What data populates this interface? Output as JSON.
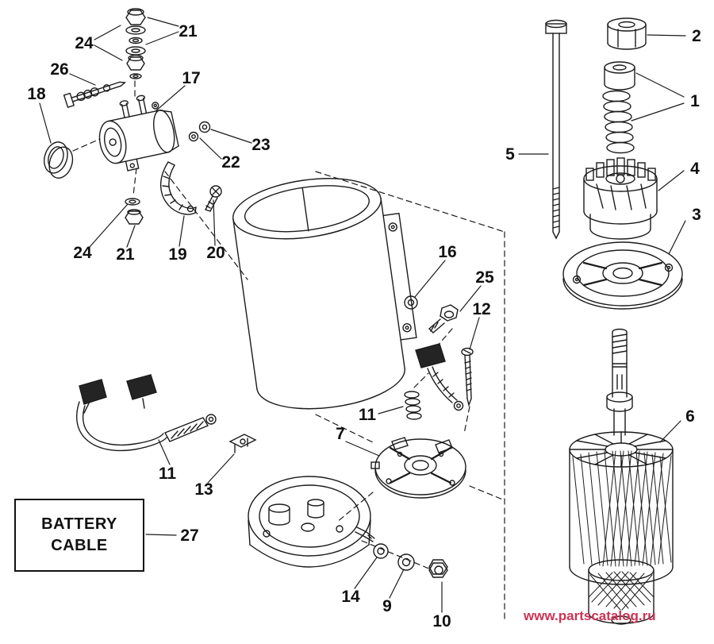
{
  "diagram": {
    "watermark": {
      "text": "www.partscatalog.ru",
      "color": "#cc3355"
    },
    "battery_box": {
      "line1": "BATTERY",
      "line2": "CABLE"
    },
    "callouts": [
      {
        "label": "21"
      },
      {
        "label": "24"
      },
      {
        "label": "26"
      },
      {
        "label": "17"
      },
      {
        "label": "18"
      },
      {
        "label": "23"
      },
      {
        "label": "22"
      },
      {
        "label": "24"
      },
      {
        "label": "21"
      },
      {
        "label": "19"
      },
      {
        "label": "20"
      },
      {
        "label": "2"
      },
      {
        "label": "1"
      },
      {
        "label": "5"
      },
      {
        "label": "4"
      },
      {
        "label": "3"
      },
      {
        "label": "16"
      },
      {
        "label": "25"
      },
      {
        "label": "12"
      },
      {
        "label": "6"
      },
      {
        "label": "11"
      },
      {
        "label": "7"
      },
      {
        "label": "11"
      },
      {
        "label": "13"
      },
      {
        "label": "27"
      },
      {
        "label": "14"
      },
      {
        "label": "9"
      },
      {
        "label": "10"
      }
    ]
  }
}
